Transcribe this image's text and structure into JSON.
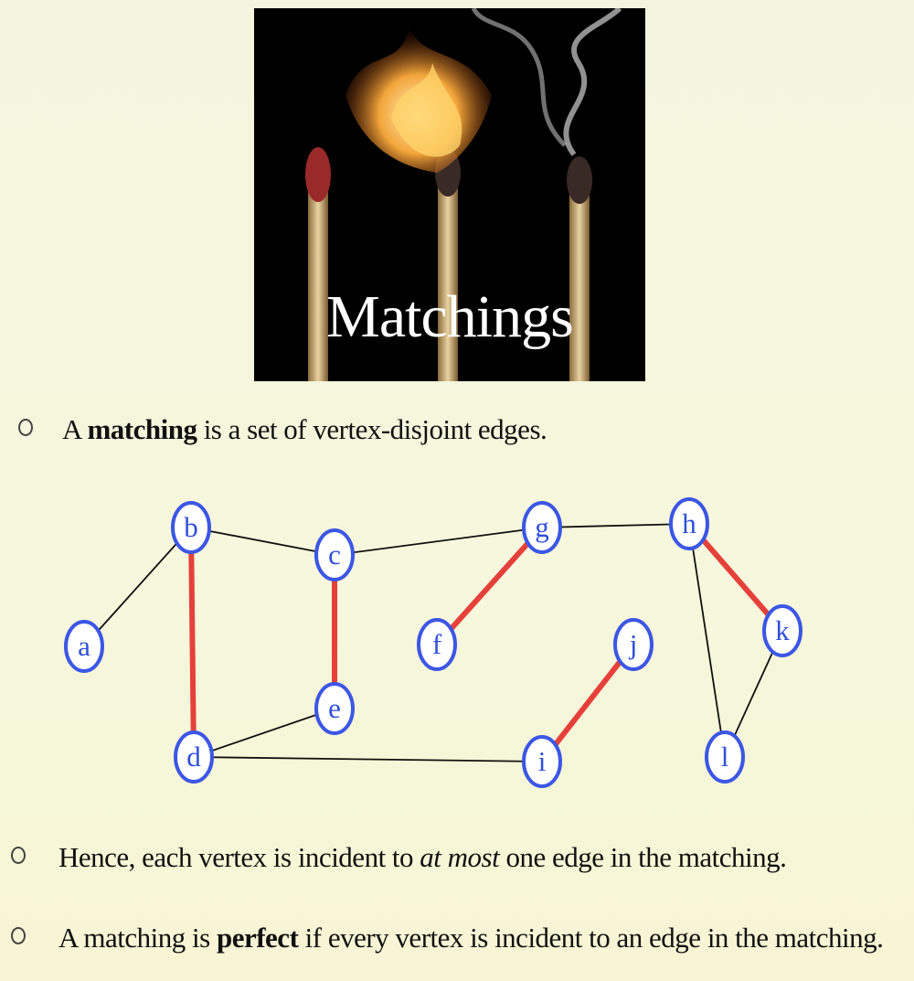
{
  "title_image": {
    "title": "Matchings",
    "icon": "burning-matches-image"
  },
  "bullets": [
    {
      "prefix": "A ",
      "bold": "matching",
      "suffix": " is a set of vertex-disjoint edges."
    },
    {
      "prefix": "Hence, each vertex is incident to ",
      "italic": "at most",
      "suffix": " one edge in the matching."
    },
    {
      "prefix": "A matching is ",
      "bold": "perfect",
      "suffix": " if every vertex is incident to an edge in the matching."
    }
  ],
  "graph": {
    "colors": {
      "node_stroke": "#3c56e6",
      "node_fill": "#ffffff",
      "label": "#2f4fd9",
      "edge": "#111111",
      "matched_edge": "#e5413a"
    },
    "nodes": [
      "a",
      "b",
      "c",
      "d",
      "e",
      "f",
      "g",
      "h",
      "i",
      "j",
      "k",
      "l"
    ],
    "edges": [
      {
        "from": "a",
        "to": "b",
        "matched": false
      },
      {
        "from": "b",
        "to": "c",
        "matched": false
      },
      {
        "from": "c",
        "to": "g",
        "matched": false
      },
      {
        "from": "g",
        "to": "h",
        "matched": false
      },
      {
        "from": "d",
        "to": "e",
        "matched": false
      },
      {
        "from": "d",
        "to": "i",
        "matched": false
      },
      {
        "from": "h",
        "to": "l",
        "matched": false
      },
      {
        "from": "k",
        "to": "l",
        "matched": false
      },
      {
        "from": "b",
        "to": "d",
        "matched": true
      },
      {
        "from": "c",
        "to": "e",
        "matched": true
      },
      {
        "from": "f",
        "to": "g",
        "matched": true
      },
      {
        "from": "h",
        "to": "k",
        "matched": true
      },
      {
        "from": "i",
        "to": "j",
        "matched": true
      }
    ]
  }
}
